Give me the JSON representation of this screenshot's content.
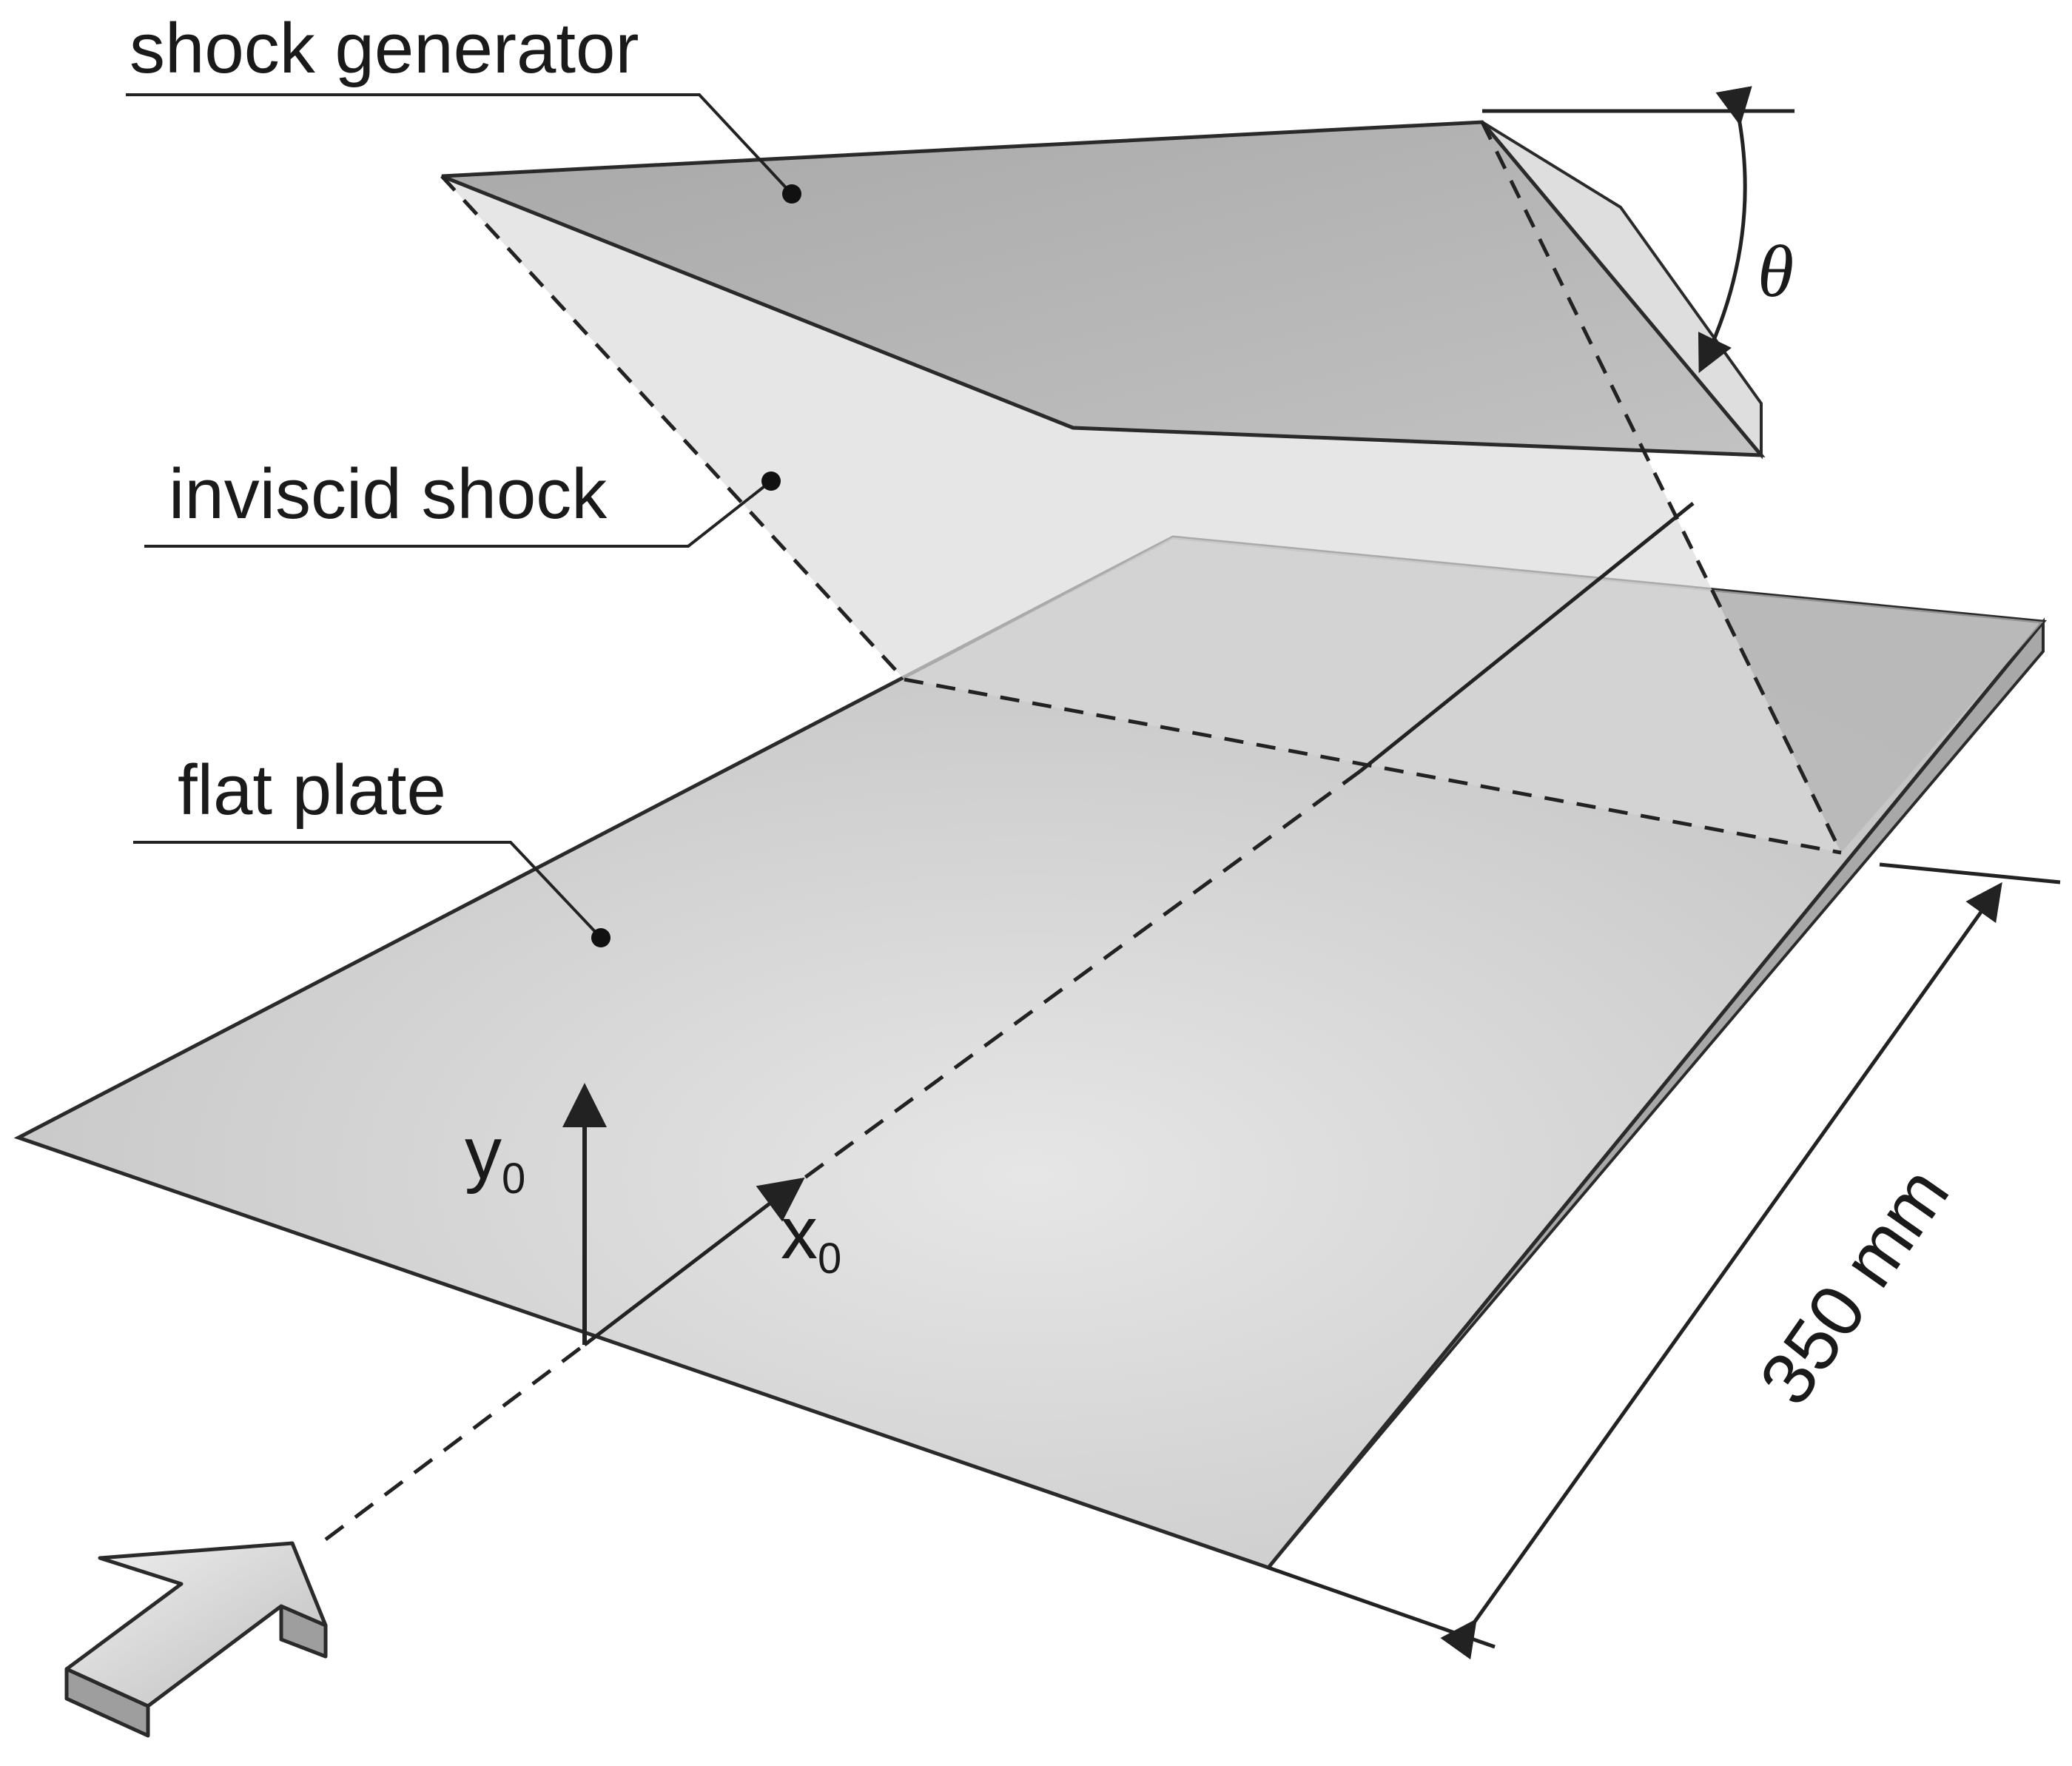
{
  "labels": {
    "shock_generator": "shock generator",
    "inviscid_shock": "inviscid shock",
    "flat_plate": "flat plate",
    "dimension": "350 mm",
    "angle": "θ",
    "axis_x": "x",
    "axis_x_sub": "0",
    "axis_y": "y",
    "axis_y_sub": "0"
  },
  "colors": {
    "plate_top": "#cfcfcf",
    "plate_side": "#a9a9a9",
    "generator_top": "#b4b4b4",
    "generator_side": "#d6d6d6",
    "shock_surface": "#dadada",
    "line": "#222222",
    "arrow_fill": "#d2d2d2"
  },
  "icons": {
    "flow_direction": "flow-arrow-icon"
  }
}
